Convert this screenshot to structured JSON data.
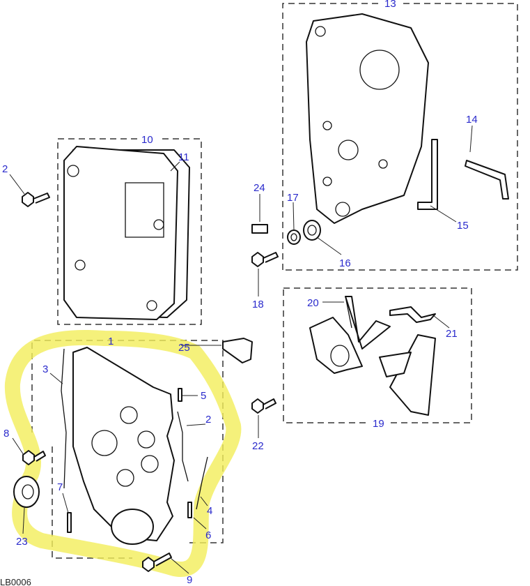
{
  "diagram": {
    "reference_code": "LB0006",
    "callouts": {
      "c1": "1",
      "c2a": "2",
      "c2b": "2",
      "c3": "3",
      "c4": "4",
      "c5": "5",
      "c6": "6",
      "c7": "7",
      "c8": "8",
      "c9": "9",
      "c10": "10",
      "c11": "11",
      "c13": "13",
      "c14": "14",
      "c15": "15",
      "c16": "16",
      "c17": "17",
      "c18": "18",
      "c19": "19",
      "c20": "20",
      "c21": "21",
      "c22": "22",
      "c23": "23",
      "c24": "24",
      "c25": "25"
    },
    "highlight_color": "#f2ee5a",
    "callout_color": "#2a2acc"
  }
}
